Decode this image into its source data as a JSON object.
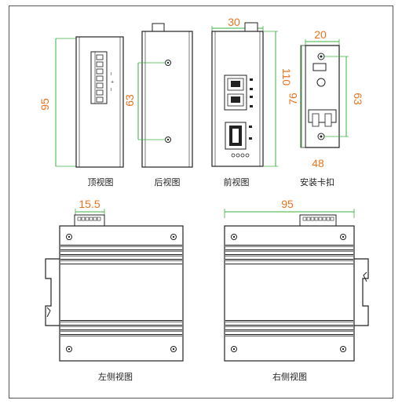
{
  "colors": {
    "dimension_text": "#e8731e",
    "dimension_line": "#3cb043",
    "outline": "#222222"
  },
  "views": {
    "top": {
      "caption": "顶视图",
      "height_dim": "95"
    },
    "back": {
      "caption": "后视图",
      "hole_spacing_dim": "63"
    },
    "front": {
      "caption": "前视图",
      "width_dim": "30",
      "height_dim": "110"
    },
    "clip": {
      "caption": "安装卡扣",
      "width_dim": "20",
      "height_dim": "76",
      "hole_spacing_dim": "63",
      "bottom_dim": "48"
    },
    "left_side": {
      "caption": "左侧视图",
      "connector_dim": "15.5"
    },
    "right_side": {
      "caption": "右侧视图",
      "depth_dim": "95"
    }
  }
}
